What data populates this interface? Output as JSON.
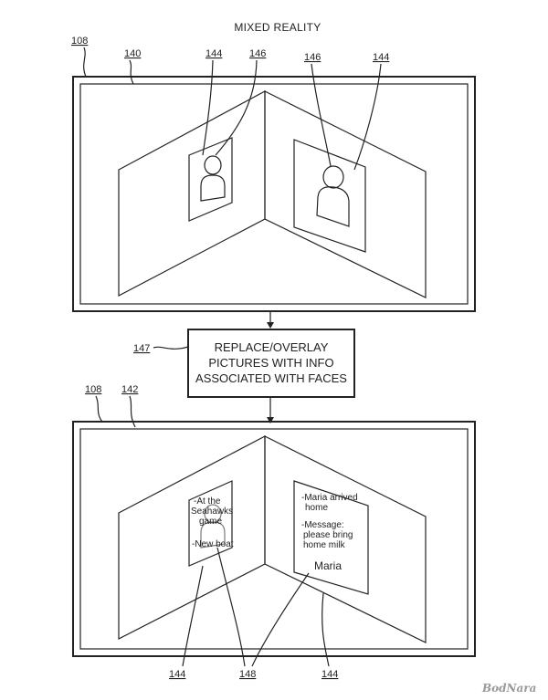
{
  "figure": {
    "title": "MIXED REALITY",
    "process_box": {
      "lines": [
        "REPLACE/OVERLAY",
        "PICTURES WITH INFO",
        "ASSOCIATED WITH FACES"
      ],
      "ref": "147"
    },
    "top_panel": {
      "device_ref": "108",
      "view_ref": "140",
      "picture_ref_left": "144",
      "face_ref_left": "146",
      "face_ref_right": "146",
      "picture_ref_right": "144"
    },
    "bottom_panel": {
      "device_ref": "108",
      "view_ref": "142",
      "left_note": [
        "-At the",
        "Seahawks",
        "game",
        "-New boat"
      ],
      "right_note": [
        "-Maria arrived",
        "home",
        "-Message:",
        "please bring",
        "home milk",
        "Maria"
      ],
      "picture_ref_left": "144",
      "info_ref": "148",
      "picture_ref_right": "144"
    }
  },
  "watermark": "BodNara"
}
